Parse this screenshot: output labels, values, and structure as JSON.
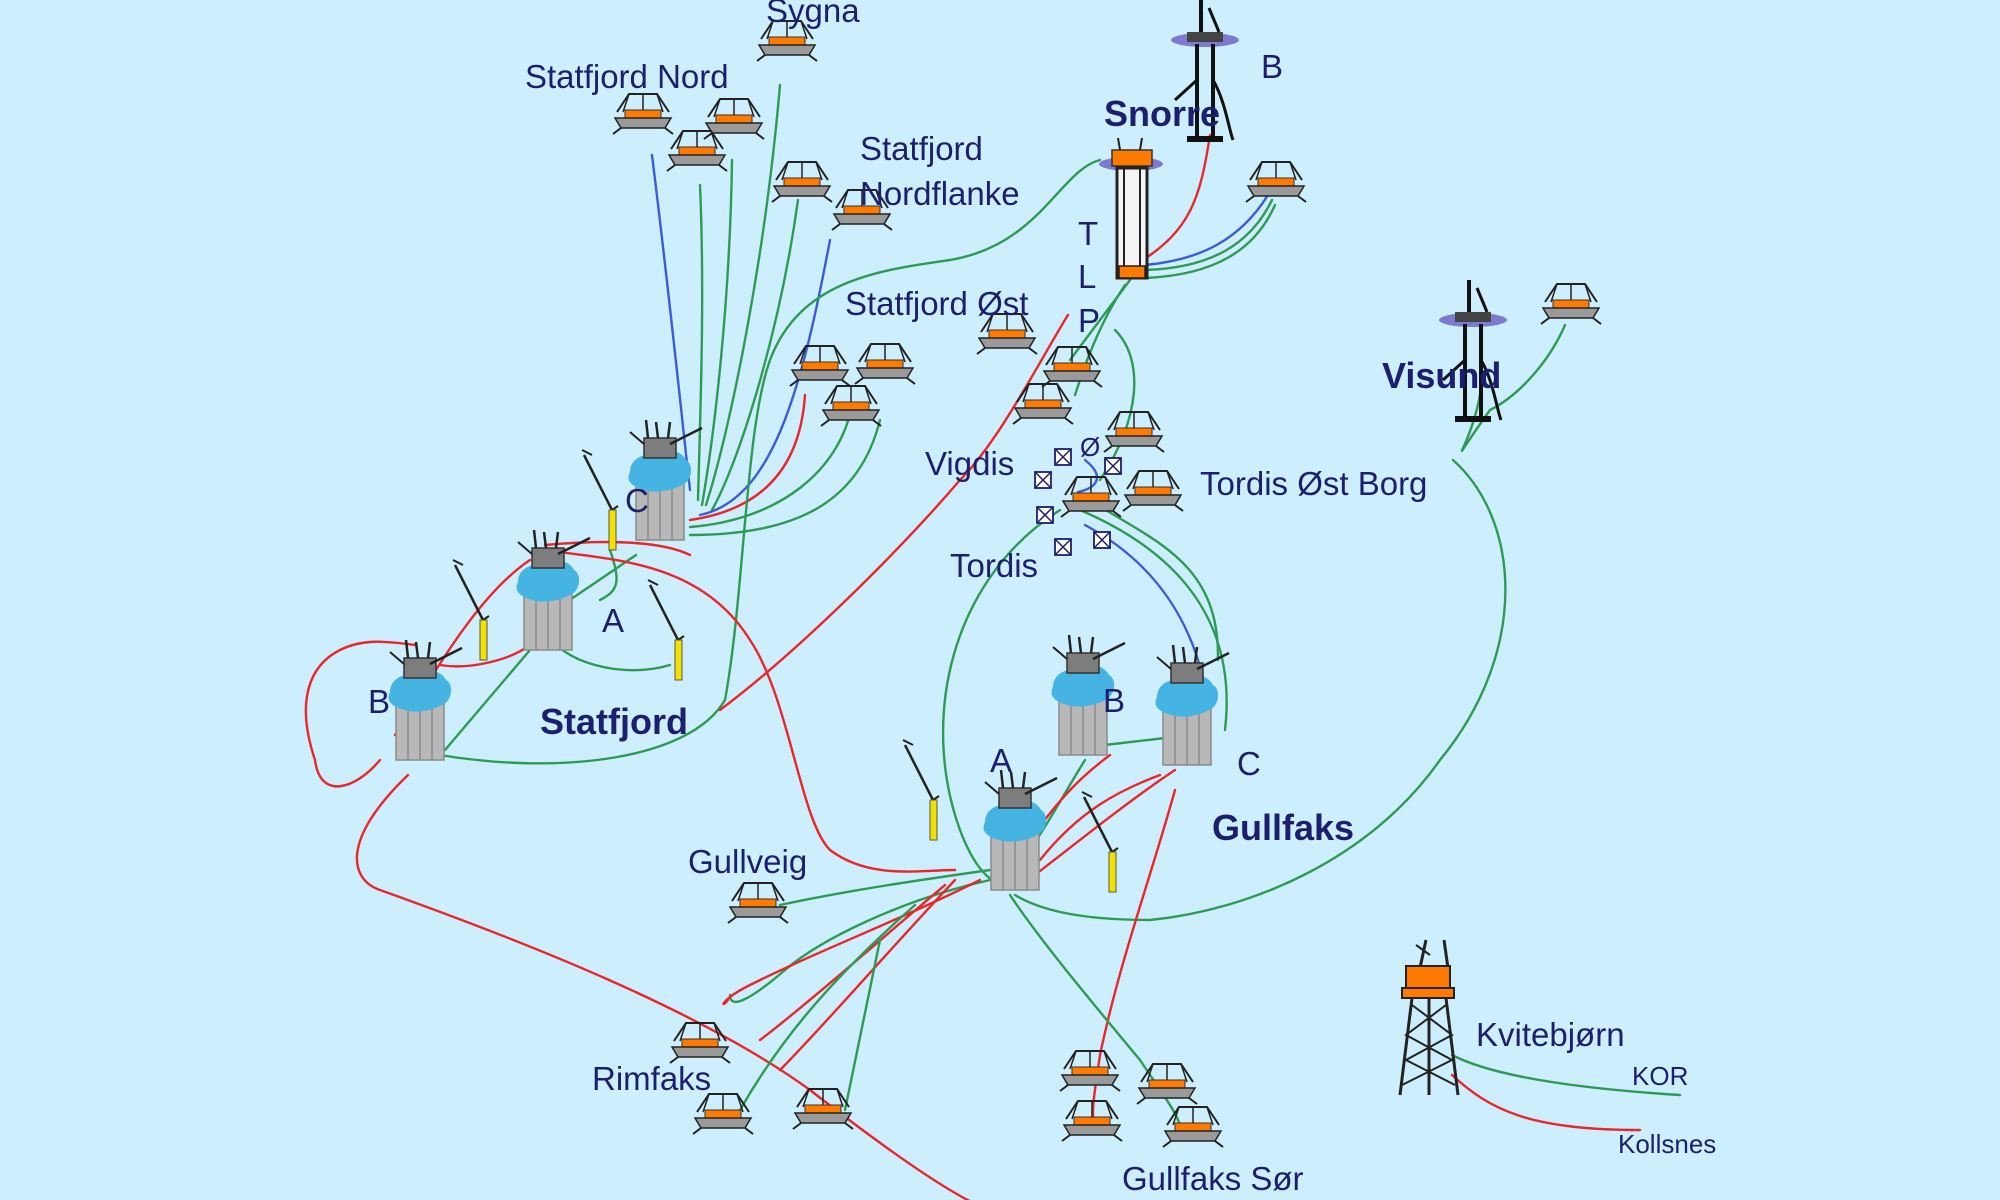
{
  "labels": {
    "sygna": "Sygna",
    "statfjord_nord": "Statfjord Nord",
    "statfjord_nordflanke_1": "Statfjord",
    "statfjord_nordflanke_2": "Nordflanke",
    "snorre": "Snorre",
    "snorre_b": "B",
    "tlp_t": "T",
    "tlp_l": "L",
    "tlp_p": "P",
    "statfjord_ost": "Statfjord Øst",
    "visund": "Visund",
    "vigdis": "Vigdis",
    "vigdis_o": "Ø",
    "tordis_ost_borg": "Tordis Øst Borg",
    "tordis": "Tordis",
    "statfjord_c": "C",
    "statfjord_a": "A",
    "statfjord_b": "B",
    "statfjord": "Statfjord",
    "gullfaks_a": "A",
    "gullfaks_b": "B",
    "gullfaks_c": "C",
    "gullfaks": "Gullfaks",
    "gullveig": "Gullveig",
    "rimfaks": "Rimfaks",
    "gullfaks_sor": "Gullfaks Sør",
    "kvitebjorn": "Kvitebjørn",
    "kor": "KOR",
    "kollsnes": "Kollsnes"
  },
  "colors": {
    "sea": "#cdeefc",
    "label": "#1c1f6e",
    "pipeline_green": "#2f9a55",
    "pipeline_red": "#e8262b",
    "pipeline_blue": "#3a5cd8"
  }
}
